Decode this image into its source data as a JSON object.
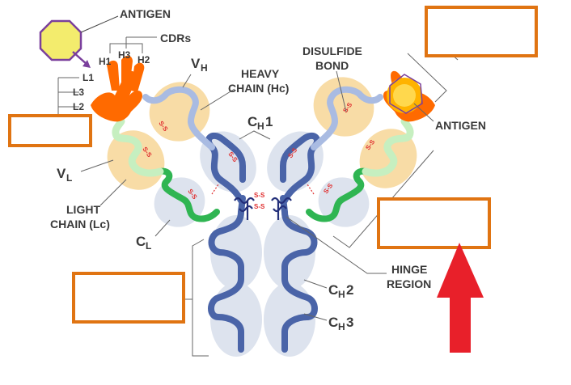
{
  "labels": {
    "antigen_top": "ANTIGEN",
    "cdrs": "CDRs",
    "h1": "H1",
    "h2": "H2",
    "h3": "H3",
    "l1": "L1",
    "l2": "L2",
    "l3": "L3",
    "vh_main": "V",
    "vh_sub": "H",
    "heavy_chain_line1": "HEAVY",
    "heavy_chain_line2": "CHAIN (Hc)",
    "ch1_main": "C",
    "ch1_sub": "H",
    "ch1_num": "1",
    "disulfide_line1": "DISULFIDE",
    "disulfide_line2": "BOND",
    "antigen_right": "ANTIGEN",
    "vl_main": "V",
    "vl_sub": "L",
    "light_chain_line1": "LIGHT",
    "light_chain_line2": "CHAIN (Lc)",
    "cl_main": "C",
    "cl_sub": "L",
    "hinge_line1": "HINGE",
    "hinge_line2": "REGION",
    "ch2_main": "C",
    "ch2_sub": "H",
    "ch2_num": "2",
    "ch3_main": "C",
    "ch3_sub": "H",
    "ch3_num": "3",
    "ss": "S-S"
  },
  "answer_boxes": {
    "top_right": "",
    "left_upper": "",
    "right_middle": "",
    "left_lower": ""
  },
  "colors": {
    "answer_box_border": "#e07412",
    "arrow": "#e8202a",
    "heavy_chain": "#4a64a8",
    "heavy_chain_light": "#a9bbe2",
    "light_chain_const": "#2fb552",
    "light_chain_var": "#c6efc0",
    "domain_shadow": "#dde3ee",
    "variable_shadow": "#f8dca6",
    "cdr_orange": "#ff6a00",
    "antigen_yellow": "#f3ec6d",
    "antigen_outline": "#7a3f9c",
    "disulfide": "#e03030"
  }
}
